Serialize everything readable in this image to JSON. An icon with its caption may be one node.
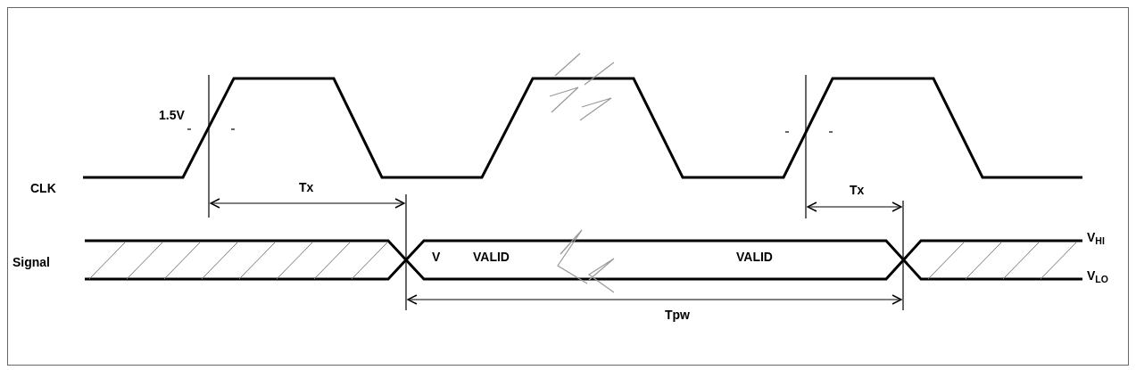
{
  "diagram": {
    "labels": [
      "1.5V",
      "CLK",
      "Tx",
      "Signal",
      "V",
      "VALID",
      "VALID",
      "Tx",
      "V$_{HI}$",
      "V$_{LO}$",
      "Tpw"
    ]
  }
}
